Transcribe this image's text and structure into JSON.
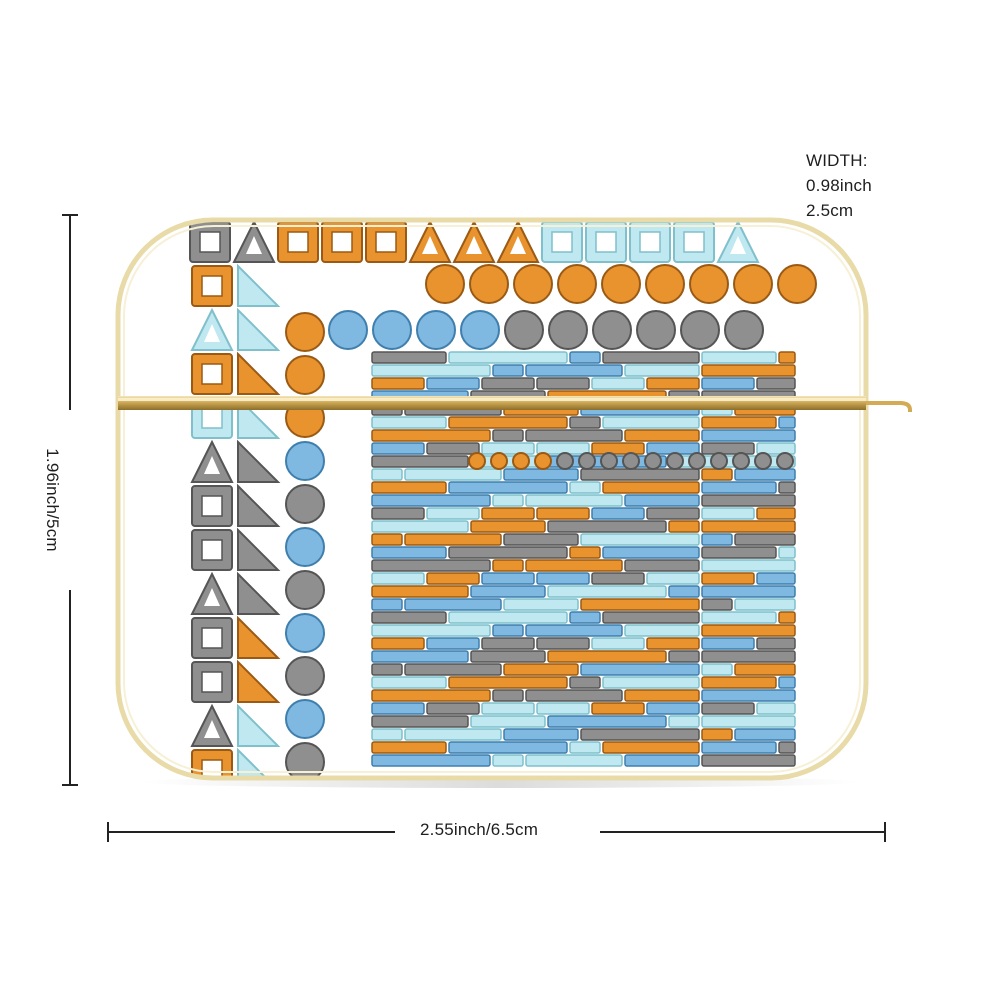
{
  "dimensions": {
    "width_heading": "WIDTH:",
    "width_inch": "0.98inch",
    "width_cm": "2.5cm",
    "length": "2.55inch/6.5cm",
    "height": "1.96inch/5cm"
  },
  "colors": {
    "wood": "#e8932e",
    "stone": "#8f8f8f",
    "ice": "#7fb8e0",
    "glass": "#bfe8f0",
    "gold_trim": "#e6d7a3",
    "hinge": "#c9a450"
  },
  "pattern": {
    "theme": "game tile sprites: wood, stone, ice blocks",
    "shapes": [
      "square-frame",
      "triangle",
      "circle",
      "plank"
    ]
  }
}
